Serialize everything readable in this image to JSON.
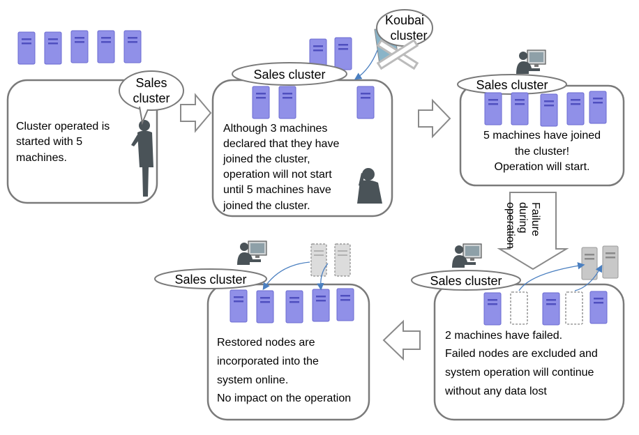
{
  "colors": {
    "server_fill": "#9090e8",
    "server_edge": "#6a6ad0",
    "server_slot": "#4f4fbf",
    "failed_server": "#c8c8c8",
    "panel_border": "#7a7a7a",
    "person": "#4a5358",
    "arrow_line": "#4a7fc0"
  },
  "panel1": {
    "bubble": [
      "Sales",
      "cluster"
    ],
    "text": [
      "Cluster operated is",
      "started with 5",
      "machines."
    ]
  },
  "panel2": {
    "bubble": "Sales cluster",
    "other_bubble": [
      "Koubai",
      "cluster"
    ],
    "text": [
      "Although 3 machines",
      "declared that they have",
      "joined the cluster,",
      "operation will not start",
      "until 5 machines have",
      "joined the cluster."
    ]
  },
  "panel3": {
    "bubble": "Sales cluster",
    "text": [
      "5 machines have joined",
      "the cluster!",
      "Operation will start."
    ]
  },
  "transition": {
    "label": [
      "Failure",
      "during",
      "operation"
    ]
  },
  "panel4": {
    "bubble": "Sales cluster",
    "text": [
      "2 machines have failed.",
      "Failed nodes are excluded and",
      "system operation will continue",
      "without any data lost"
    ]
  },
  "panel5": {
    "bubble": "Sales cluster",
    "text": [
      "Restored nodes are",
      "incorporated into the",
      "system online.",
      "No impact on the operation"
    ]
  }
}
